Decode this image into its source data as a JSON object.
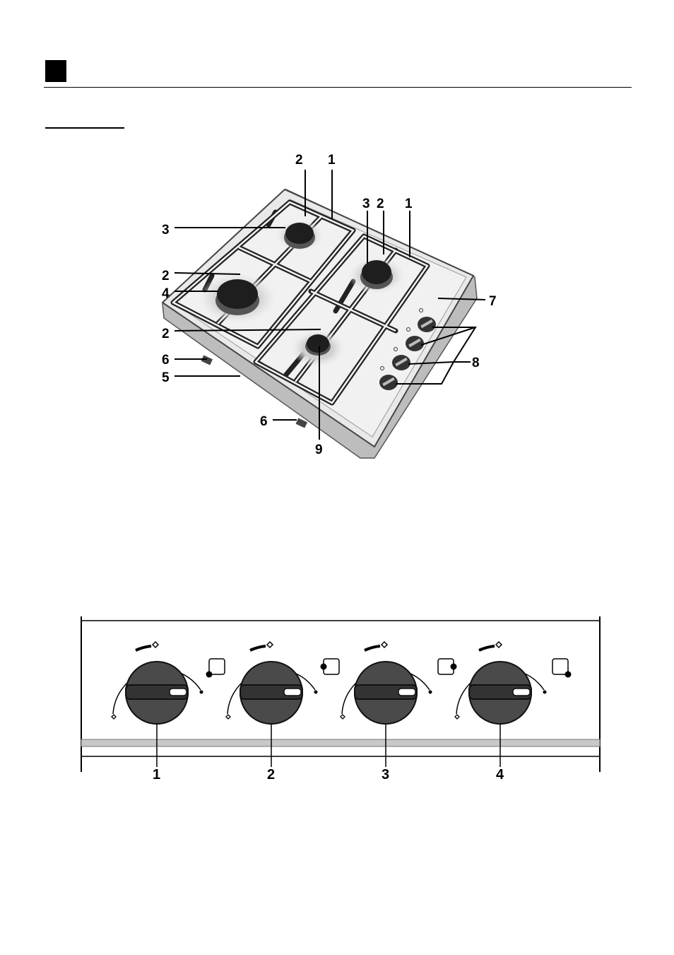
{
  "hob_callouts": {
    "top_2": "2",
    "top_1": "1",
    "right_3": "3",
    "right_2": "2",
    "right_1": "1",
    "left_3": "3",
    "left_2a": "2",
    "left_4": "4",
    "left_2b": "2",
    "left_6": "6",
    "left_5": "5",
    "bottom_6": "6",
    "bottom_9": "9",
    "right_7": "7",
    "right_8": "8"
  },
  "control_panel": {
    "knobs": [
      {
        "number": "1"
      },
      {
        "number": "2"
      },
      {
        "number": "3"
      },
      {
        "number": "4"
      }
    ]
  },
  "colors": {
    "ink": "#000000",
    "steel": "#e6e6e6",
    "steel_edge": "#9a9a9a",
    "burner": "#1e1e1e",
    "knob": "#4a4a4a",
    "strip": "#c8c8c8"
  }
}
